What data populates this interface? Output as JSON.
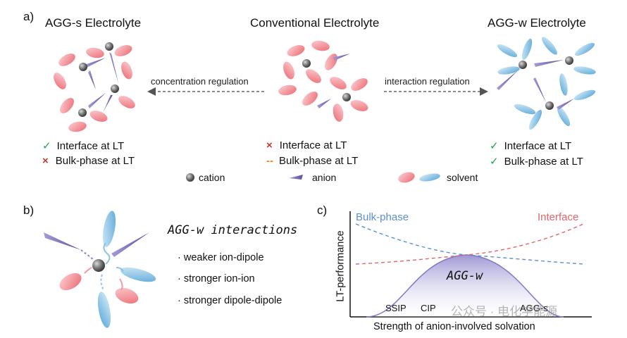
{
  "panels": {
    "a": {
      "label": "a)",
      "titles": {
        "agg_s": "AGG-s Electrolyte",
        "conventional": "Conventional Electrolyte",
        "agg_w": "AGG-w Electrolyte"
      },
      "arrows": {
        "left": "concentration regulation",
        "right": "interaction regulation"
      },
      "status": {
        "agg_s": [
          {
            "mark": "✓",
            "text": "Interface at LT"
          },
          {
            "mark": "×",
            "text": "Bulk-phase at LT"
          }
        ],
        "conventional": [
          {
            "mark": "×",
            "text": "Interface at LT"
          },
          {
            "mark": "--",
            "text": "Bulk-phase at LT"
          }
        ],
        "agg_w": [
          {
            "mark": "✓",
            "text": "Interface at LT"
          },
          {
            "mark": "✓",
            "text": "Bulk-phase at LT"
          }
        ]
      },
      "legend": {
        "cation": "cation",
        "anion": "anion",
        "solvent": "solvent"
      }
    },
    "b": {
      "label": "b)",
      "title": "AGG-w interactions",
      "bullets": [
        "· weaker ion-dipole",
        "· stronger ion-ion",
        "· stronger dipole-dipole"
      ]
    },
    "c": {
      "label": "c)",
      "ylabel": "LT-performance",
      "xlabel": "Strength of anion-involved solvation",
      "curve_labels": {
        "bulk": "Bulk-phase",
        "interface": "Interface",
        "peak": "AGG-w"
      },
      "x_markers": [
        "SSIP",
        "CIP",
        "AGG-s"
      ]
    }
  },
  "watermark": "公众号 · 电化学能源",
  "colors": {
    "cation": "#6b6b6b",
    "anion": "#7a6fb4",
    "solvent_red": "#ef7f86",
    "solvent_blue": "#6fb2dc",
    "check": "#1aa34a",
    "cross": "#c0392b",
    "dash": "#e08a2e",
    "bulk_curve": "#5b8fd6",
    "interface_curve": "#e0666b"
  }
}
